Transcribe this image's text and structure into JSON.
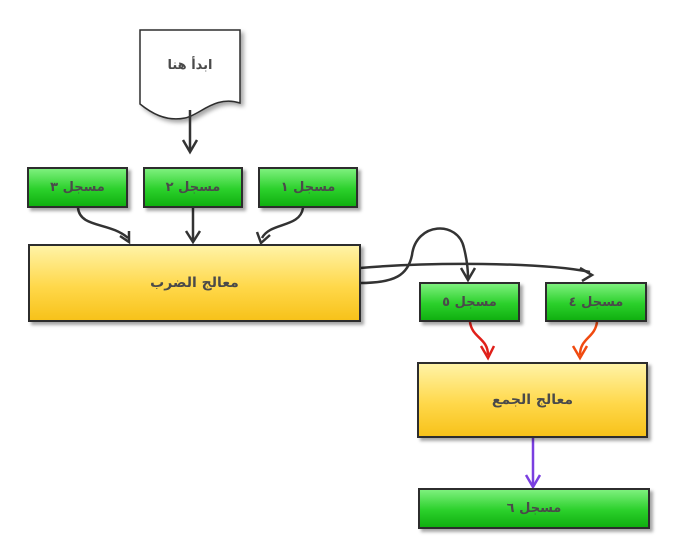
{
  "start": {
    "label": "ابدأ هنا"
  },
  "registers": {
    "r1": "مسجل ١",
    "r2": "مسجل ٢",
    "r3": "مسجل ٣",
    "r4": "مسجل ٤",
    "r5": "مسجل ٥",
    "r6": "مسجل ٦"
  },
  "processors": {
    "multiply": "معالج الضرب",
    "add": "معالج الجمع"
  },
  "colors": {
    "register_fill": "#2bd02b",
    "processor_fill": "#ffd84a",
    "arrow_dark": "#333333",
    "arrow_red": "#e0201a",
    "arrow_orange": "#f04a10",
    "arrow_purple": "#7a3fe0"
  }
}
